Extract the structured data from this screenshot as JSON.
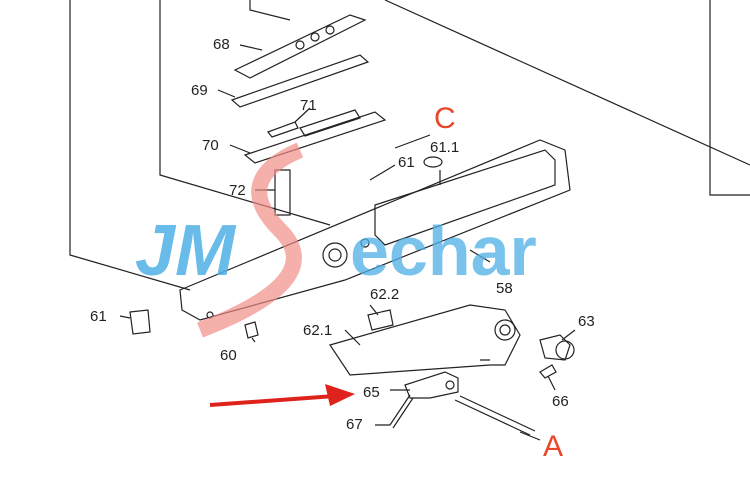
{
  "labels": {
    "p68": "68",
    "p69": "69",
    "p71": "71",
    "p70": "70",
    "p72": "72",
    "p61a": "61",
    "p611": "61.1",
    "p58": "58",
    "p61b": "61",
    "p60": "60",
    "p622": "62.2",
    "p621": "62.1",
    "p63": "63",
    "p65": "65",
    "p66": "66",
    "p67": "67"
  },
  "callouts": {
    "A": "A",
    "C": "C"
  },
  "watermark": {
    "text": "JMSechar",
    "color_blue": "#4fb0e6",
    "color_red": "#f08b84"
  },
  "colors": {
    "arrow": "#e0221c",
    "callout": "#e8472a"
  }
}
